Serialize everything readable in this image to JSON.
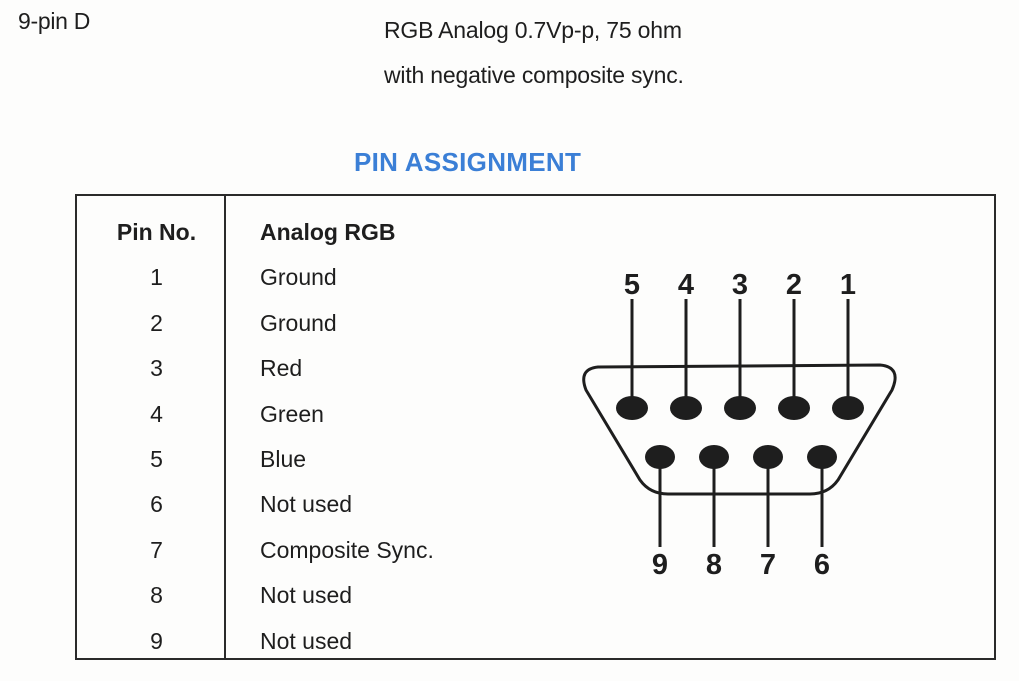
{
  "spec": {
    "connector": "9-pin D",
    "signal_line1": "RGB Analog 0.7Vp-p, 75 ohm",
    "signal_line2": "with negative composite sync."
  },
  "section_title": "PIN ASSIGNMENT",
  "colors": {
    "title_blue": "#3b7fd6",
    "ink": "#1e1e1e"
  },
  "table": {
    "headers": {
      "pin": "Pin No.",
      "function": "Analog RGB"
    },
    "rows": [
      {
        "pin": "1",
        "function": "Ground"
      },
      {
        "pin": "2",
        "function": "Ground"
      },
      {
        "pin": "3",
        "function": "Red"
      },
      {
        "pin": "4",
        "function": "Green"
      },
      {
        "pin": "5",
        "function": "Blue"
      },
      {
        "pin": "6",
        "function": "Not used"
      },
      {
        "pin": "7",
        "function": "Composite Sync."
      },
      {
        "pin": "8",
        "function": "Not used"
      },
      {
        "pin": "9",
        "function": "Not used"
      }
    ]
  },
  "diagram": {
    "top_row_labels": [
      "5",
      "4",
      "3",
      "2",
      "1"
    ],
    "bottom_row_labels": [
      "9",
      "8",
      "7",
      "6"
    ]
  }
}
